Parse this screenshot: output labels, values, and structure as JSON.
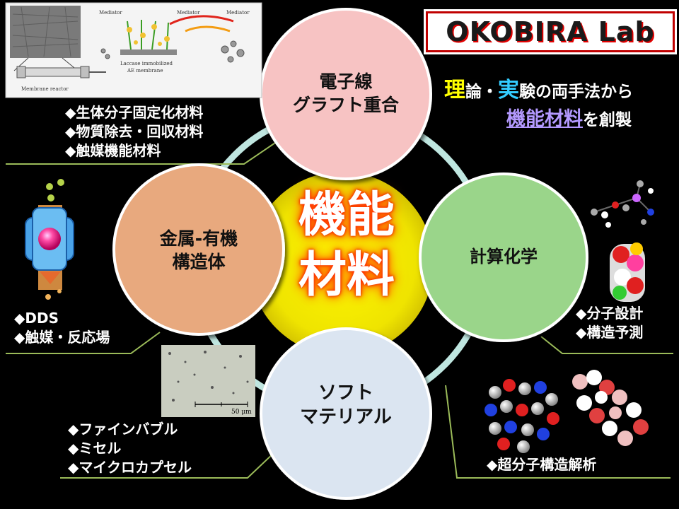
{
  "title": "OKOBIRA Lab",
  "tagline": {
    "line1": {
      "hl1": "理",
      "t1": "論・",
      "hl2": "実",
      "t2": "験の両手法から"
    },
    "line2": {
      "hl": "機能材料",
      "t": "を創製"
    }
  },
  "center": {
    "line1": "機能",
    "line2": "材料"
  },
  "circles": {
    "top": {
      "line1": "電子線",
      "line2": "グラフト重合"
    },
    "right": {
      "line1": "計算化学"
    },
    "bottom": {
      "line1": "ソフト",
      "line2": "マテリアル"
    },
    "left": {
      "line1": "金属-有機",
      "line2": "構造体"
    }
  },
  "bullets": {
    "top_left": [
      "◆生体分子固定化材料",
      "◆物質除去・回収材料",
      "◆触媒機能材料"
    ],
    "left": [
      "◆DDS",
      "◆触媒・反応場"
    ],
    "right": [
      "◆分子設計",
      "◆構造予測"
    ],
    "bottom_left": [
      "◆ファインバブル",
      "◆ミセル",
      "◆マイクロカプセル"
    ],
    "bottom_right": [
      "◆超分子構造解析"
    ]
  },
  "membrane_figure": {
    "labels": [
      "Mediator",
      "Mediator",
      "Mediator",
      "Laccase immobilized",
      "AE membrane",
      "Membrane reactor"
    ]
  },
  "micrograph": {
    "scale_label": "50 μm"
  },
  "colors": {
    "top_circle": "#f7c3c3",
    "right_circle": "#9ad58a",
    "bottom_circle": "#dbe5f1",
    "left_circle": "#e8a97e",
    "center_circle": "#e8e000",
    "ring": "#bfe6e0",
    "leader_line": "#9bbb59",
    "highlight_yellow": "#ffff00",
    "highlight_cyan": "#33ccff",
    "highlight_purple": "#b399ff"
  }
}
